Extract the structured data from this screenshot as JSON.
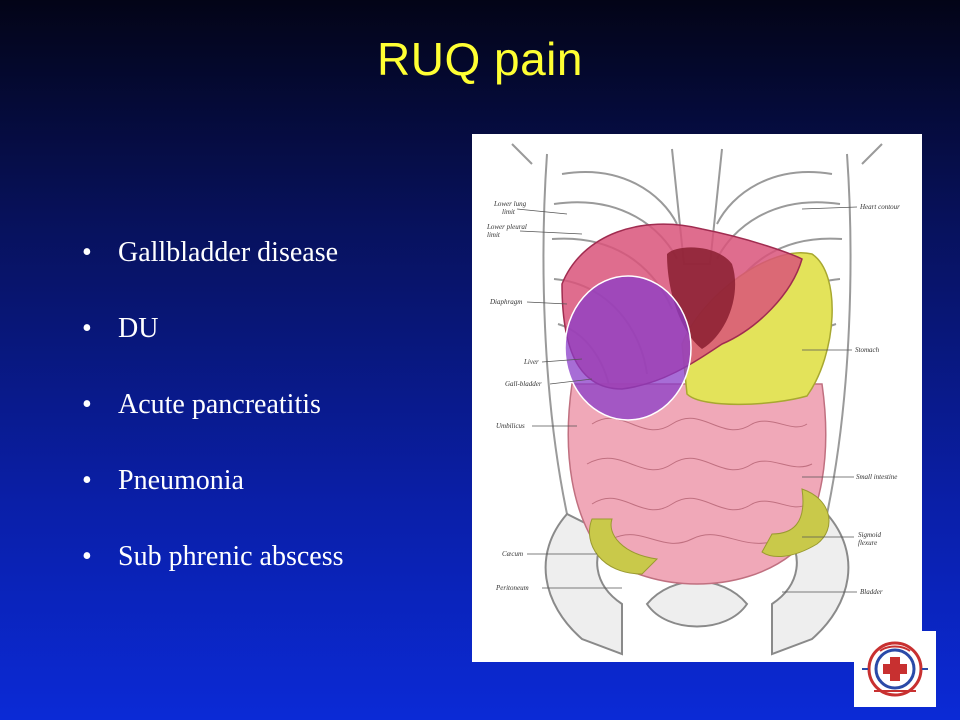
{
  "slide": {
    "title": "RUQ pain",
    "bullets": [
      "Gallbladder disease",
      "DU",
      "Acute pancreatitis",
      "Pneumonia",
      "Sub phrenic abscess"
    ],
    "bullet_glyph": "•"
  },
  "figure": {
    "labels": {
      "lower_lung_limit_1": "Lower lung",
      "lower_lung_limit_2": "limit",
      "lower_pleural_limit_1": "Lower pleural",
      "lower_pleural_limit_2": "limit",
      "diaphragm": "Diaphragm",
      "liver": "Liver",
      "gall_bladder": "Gall-bladder",
      "umbilicus": "Umbilicus",
      "caecum": "Cæcum",
      "peritoneum": "Peritoneum",
      "heart_contour": "Heart contour",
      "stomach": "Stomach",
      "small_intestine": "Small intestine",
      "sigmoid_flexure_1": "Sigmoid",
      "sigmoid_flexure_2": "flexure",
      "bladder": "Bladder"
    }
  },
  "colors": {
    "title": "#ffff33",
    "text": "#ffffff",
    "liver": "#d9547a",
    "stomach": "#e3e35a",
    "intestine": "#f0a8b8",
    "colon": "#c9c94a",
    "highlight": "#8a3cc8"
  }
}
